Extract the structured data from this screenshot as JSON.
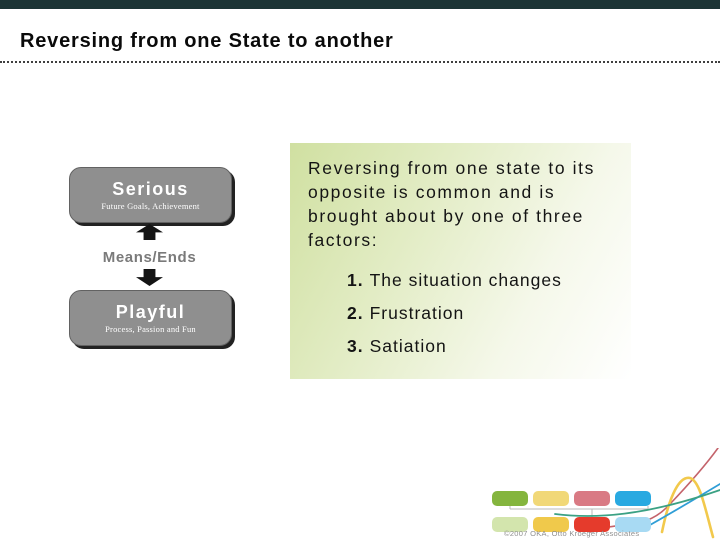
{
  "header": {
    "title": "Reversing from one State to another"
  },
  "diagram": {
    "serious_label": "Serious",
    "serious_sublabel": "Future Goals, Achievement",
    "means_ends_label": "Means/Ends",
    "playful_label": "Playful",
    "playful_sublabel": "Process, Passion and Fun"
  },
  "content_panel": {
    "intro": "Reversing from one state to its opposite is common and is brought about by one of three factors:",
    "items": [
      {
        "number": "1.",
        "text": "The situation changes"
      },
      {
        "number": "2.",
        "text": "Frustration"
      },
      {
        "number": "3.",
        "text": "Satiation"
      }
    ]
  },
  "footer_logo": {
    "copyright": "©2007 OKA, Otto Kroeger Associates",
    "square_colors_row1": [
      "#84b53e",
      "#f1d878",
      "#d97a84",
      "#29a9e1"
    ],
    "square_colors_row2": [
      "#d3e5ad",
      "#f0c94b",
      "#e53b2c",
      "#a8daf3"
    ],
    "swoosh_colors": {
      "teal": "#3ba184",
      "yellow": "#f2c94c",
      "red": "#c4636b",
      "blue": "#2f9ed6"
    }
  },
  "colors": {
    "top_bar": "#1c3435",
    "state_box_fill": "#8f8f8f",
    "panel_gradient_from": "#d0e0a1",
    "panel_gradient_to": "#ffffff"
  }
}
